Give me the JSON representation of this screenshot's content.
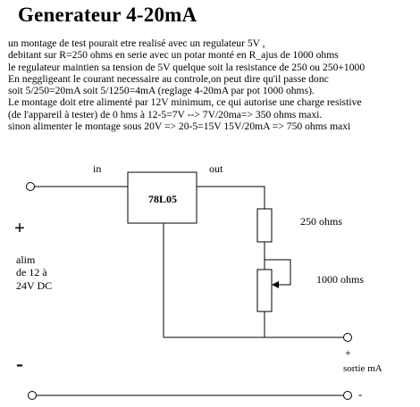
{
  "title": "Generateur 4-20mA",
  "description": [
    "un montage de test pourait etre realisé avec un regulateur 5V ,",
    "debitant sur R=250 ohms en serie avec un potar monté en R_ajus de 1000 ohms",
    "le regulateur maintien sa tension de 5V quelque soit la resistance de 250 ou 250+1000",
    "En neggligeant le courant necessaire au controle,on peut dire qu'il passe donc",
    " soit 5/250=20mA  soit 5/1250=4mA (reglage 4-20mA par pot 1000 ohms).",
    "Le montage doit etre alimenté par 12V  minimum, ce qui autorise une charge resistive",
    "(de l'appareil à tester) de 0 hms à 12-5=7V  --> 7V/20ma=>  350 ohms maxi.",
    "sinon alimenter le montage sous 20V => 20-5=15V 15V/20mA => 750 ohms maxi"
  ],
  "diagram": {
    "label_in": "in",
    "label_out": "out",
    "regulator": "78L05",
    "resistor": "250 ohms",
    "potentiometer": "1000 ohms",
    "plus_left": "+",
    "minus_left": "-",
    "supply_line1": "alim",
    "supply_line2": "de 12 à",
    "supply_line3": "24V DC",
    "plus_right": "+",
    "minus_right": "-",
    "output_label": "sortie mA"
  }
}
